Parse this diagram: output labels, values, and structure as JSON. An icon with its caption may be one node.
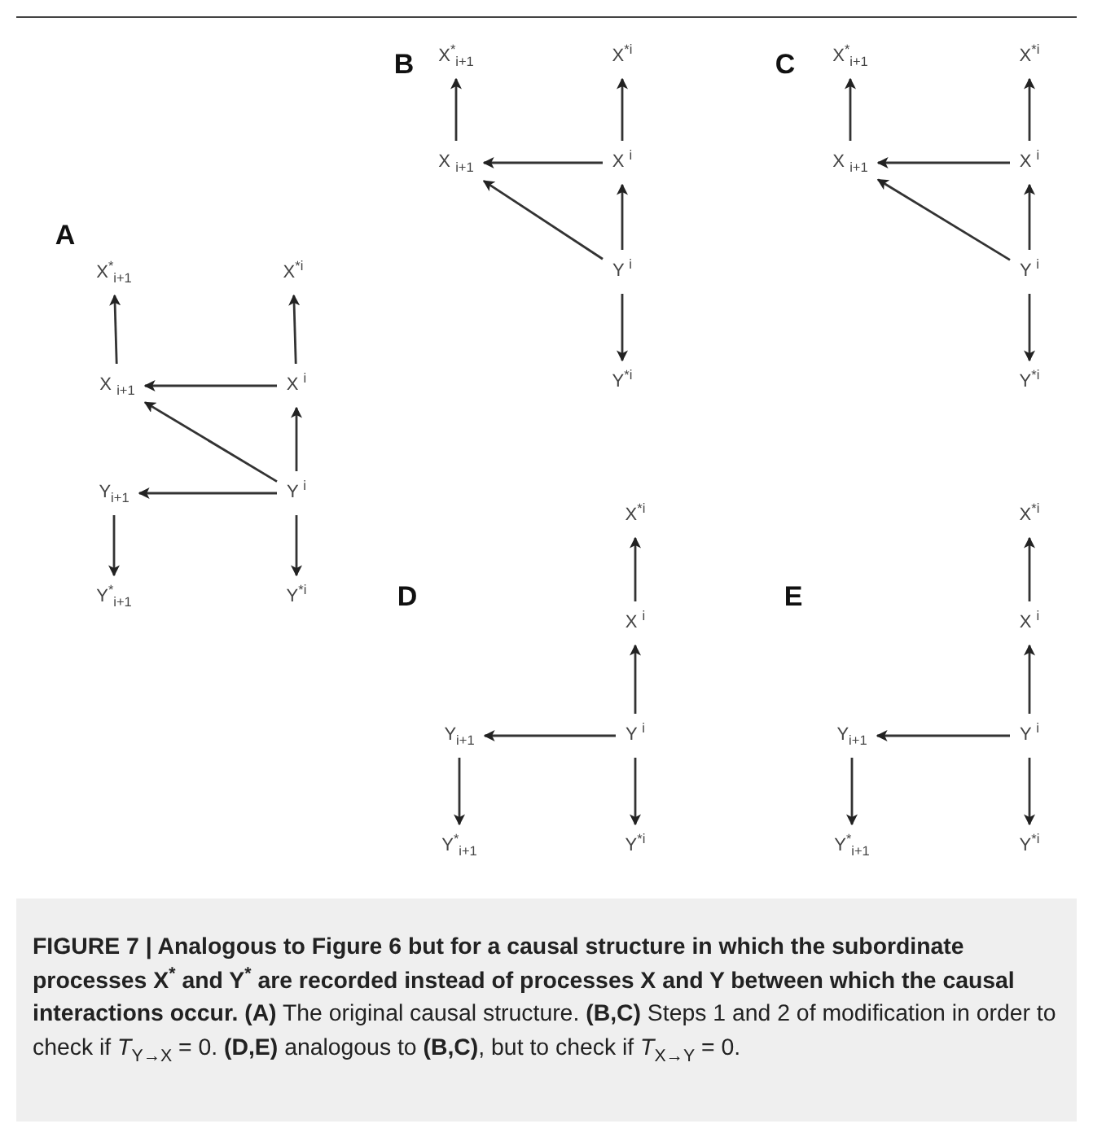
{
  "diagram": {
    "caption": "**FIGURE 7 | Analogous to Figure 6 but for a causal structure in which the subordinate processes X$^{*}$ and Y$^{*}$ are recorded instead of processes X and Y between which the causal interactions occur. (A)** The original causal structure. **(B,C)** Steps 1 and 2 of modification in order to check if *T*$_{Y→X}$ = 0. **(D,E)** analogous to **(B,C)**, but to check if *T*$_{X→Y}$ = 0.",
    "nodes": [
      {
        "text": [
          "X$^{*}$$_{i+1}$"
        ]
      },
      {
        "text": [
          "X$^{*i}$"
        ]
      },
      {
        "text": [
          "X $_{i+1}$"
        ]
      },
      {
        "text": [
          "X $^{i}$"
        ]
      },
      {
        "text": [
          "Y$_{i+1}$"
        ]
      },
      {
        "text": [
          "Y $^{i}$"
        ]
      },
      {
        "text": [
          "Y$^{*}$$_{i+1}$"
        ]
      },
      {
        "text": [
          "Y$^{*i}$"
        ]
      },
      {
        "text": [
          "X$^{*}$$_{i+1}$"
        ]
      },
      {
        "text": [
          "X$^{*i}$"
        ]
      },
      {
        "text": [
          "X $_{i+1}$"
        ]
      },
      {
        "text": [
          "X $^{i}$"
        ]
      },
      {
        "text": [
          "Y $^{i}$"
        ]
      },
      {
        "text": [
          "Y$^{*i}$"
        ]
      },
      {
        "text": [
          "X$^{*}$$_{i+1}$"
        ]
      },
      {
        "text": [
          "X$^{*i}$"
        ]
      },
      {
        "text": [
          "X $_{i+1}$"
        ]
      },
      {
        "text": [
          "X $^{i}$"
        ]
      },
      {
        "text": [
          "Y $^{i}$"
        ]
      },
      {
        "text": [
          "Y$^{*i}$"
        ]
      },
      {
        "text": [
          "X$^{*i}$"
        ]
      },
      {
        "text": [
          "X $^{i}$"
        ]
      },
      {
        "text": [
          "Y$_{i+1}$"
        ]
      },
      {
        "text": [
          "Y $^{i}$"
        ]
      },
      {
        "text": [
          "Y$^{*}$$_{i+1}$"
        ]
      },
      {
        "text": [
          "Y$^{*i}$"
        ]
      },
      {
        "text": [
          "X$^{*i}$"
        ]
      },
      {
        "text": [
          "X $^{i}$"
        ]
      },
      {
        "text": [
          "Y$_{i+1}$"
        ]
      },
      {
        "text": [
          "Y $^{i}$"
        ]
      },
      {
        "text": [
          "Y$^{*}$$_{i+1}$"
        ]
      },
      {
        "text": [
          "Y$^{*i}$"
        ]
      }
    ],
    "edges": [
      {
        "from": 2,
        "to": 0,
        "arrow": "to"
      },
      {
        "from": 3,
        "to": 1,
        "arrow": "to"
      },
      {
        "from": 3,
        "to": 2,
        "arrow": "to"
      },
      {
        "from": 5,
        "to": 3,
        "arrow": "to"
      },
      {
        "from": 5,
        "to": 2,
        "arrow": "to"
      },
      {
        "from": 5,
        "to": 4,
        "arrow": "to"
      },
      {
        "from": 4,
        "to": 6,
        "arrow": "to"
      },
      {
        "from": 5,
        "to": 7,
        "arrow": "to"
      },
      {
        "from": 10,
        "to": 8,
        "arrow": "to"
      },
      {
        "from": 11,
        "to": 9,
        "arrow": "to"
      },
      {
        "from": 11,
        "to": 10,
        "arrow": "to"
      },
      {
        "from": 12,
        "to": 11,
        "arrow": "to"
      },
      {
        "from": 12,
        "to": 10,
        "arrow": "to"
      },
      {
        "from": 12,
        "to": 13,
        "arrow": "to"
      },
      {
        "from": 16,
        "to": 14,
        "arrow": "to"
      },
      {
        "from": 17,
        "to": 15,
        "arrow": "to"
      },
      {
        "from": 17,
        "to": 16,
        "arrow": "to"
      },
      {
        "from": 18,
        "to": 17,
        "arrow": "to"
      },
      {
        "from": 18,
        "to": 16,
        "arrow": "to"
      },
      {
        "from": 18,
        "to": 19,
        "arrow": "to"
      },
      {
        "from": 21,
        "to": 20,
        "arrow": "to"
      },
      {
        "from": 23,
        "to": 21,
        "arrow": "to"
      },
      {
        "from": 23,
        "to": 22,
        "arrow": "to"
      },
      {
        "from": 22,
        "to": 24,
        "arrow": "to"
      },
      {
        "from": 23,
        "to": 25,
        "arrow": "to"
      },
      {
        "from": 27,
        "to": 26,
        "arrow": "to"
      },
      {
        "from": 29,
        "to": 27,
        "arrow": "to"
      },
      {
        "from": 29,
        "to": 28,
        "arrow": "to"
      },
      {
        "from": 28,
        "to": 30,
        "arrow": "to"
      },
      {
        "from": 29,
        "to": 31,
        "arrow": "to"
      }
    ],
    "labels": [
      "B",
      "C",
      "A",
      "D",
      "E"
    ]
  }
}
